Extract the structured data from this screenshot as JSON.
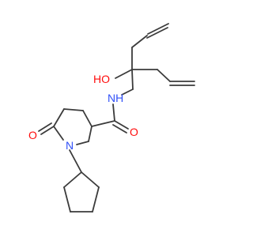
{
  "molecule": {
    "atoms": {
      "hydroxyl": "HO",
      "amide_nh": "NH",
      "amide_o": "O",
      "ring_n": "N",
      "ring_o": "O"
    },
    "colors": {
      "bond": "#3b3b3b",
      "oxygen": "#ff0d0d",
      "nitrogen": "#3050f8",
      "background": "#ffffff"
    }
  }
}
